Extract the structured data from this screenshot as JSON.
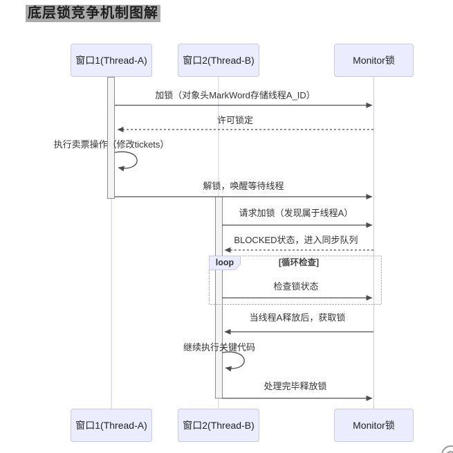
{
  "title": "底层锁竞争机制图解",
  "participants": [
    {
      "label": "窗口1(Thread-A)"
    },
    {
      "label": "窗口2(Thread-B)"
    },
    {
      "label": "Monitor锁"
    }
  ],
  "messages": [
    {
      "from": "窗口1(Thread-A)",
      "to": "Monitor锁",
      "style": "solid",
      "text": "加锁（对象头MarkWord存储线程A_ID）"
    },
    {
      "from": "Monitor锁",
      "to": "窗口1(Thread-A)",
      "style": "dashed",
      "text": "许可锁定"
    },
    {
      "from": "窗口1(Thread-A)",
      "to": "窗口1(Thread-A)",
      "style": "self",
      "text": "执行卖票操作（修改tickets）"
    },
    {
      "from": "窗口1(Thread-A)",
      "to": "Monitor锁",
      "style": "solid",
      "text": "解锁，唤醒等待线程"
    },
    {
      "from": "窗口2(Thread-B)",
      "to": "Monitor锁",
      "style": "solid",
      "text": "请求加锁（发现属于线程A）"
    },
    {
      "from": "Monitor锁",
      "to": "窗口2(Thread-B)",
      "style": "dashed",
      "text": "BLOCKED状态，进入同步队列"
    },
    {
      "from": "窗口2(Thread-B)",
      "to": "Monitor锁",
      "style": "solid",
      "text": "检查锁状态",
      "in_loop": true
    },
    {
      "from": "Monitor锁",
      "to": "窗口2(Thread-B)",
      "style": "solid",
      "text": "当线程A释放后，获取锁"
    },
    {
      "from": "窗口2(Thread-B)",
      "to": "窗口2(Thread-B)",
      "style": "self",
      "text": "继续执行关键代码"
    },
    {
      "from": "窗口2(Thread-B)",
      "to": "Monitor锁",
      "style": "solid",
      "text": "处理完毕释放锁"
    }
  ],
  "loop": {
    "label": "loop",
    "condition": "[循环检查]"
  },
  "colors": {
    "participant_fill": "#ECECFF",
    "participant_border": "#c8c8e8",
    "activation_fill": "#f4f4f4",
    "arrow": "#4d4d4d",
    "lifeline": "#ccccdd",
    "loop_border": "#999999",
    "title_highlight": "#ababab"
  }
}
